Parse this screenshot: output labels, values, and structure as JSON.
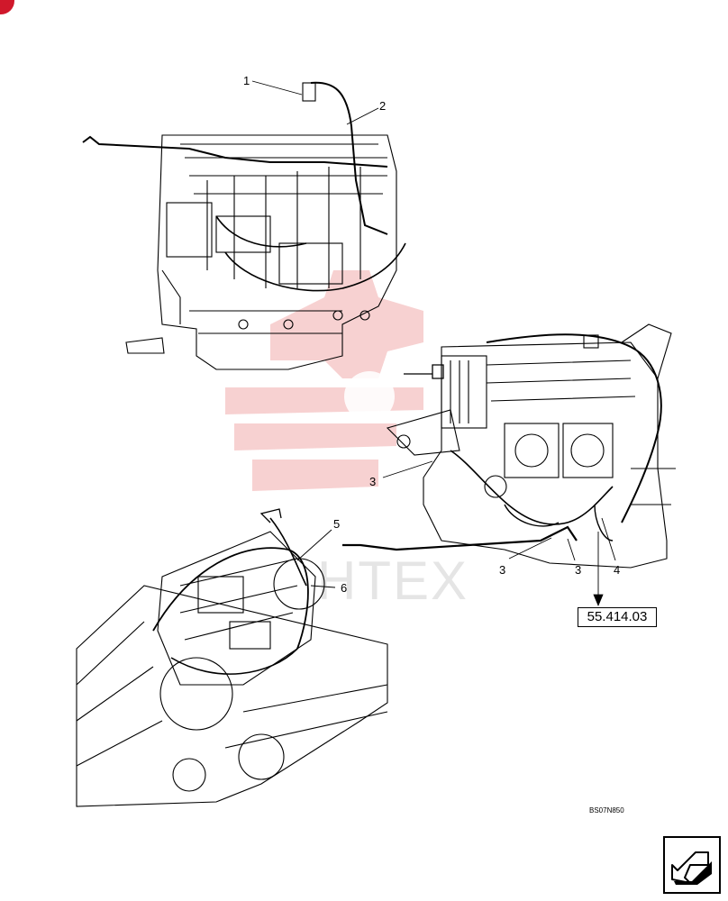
{
  "callouts": {
    "c1": "1",
    "c2": "2",
    "c3a": "3",
    "c3b": "3",
    "c3c": "3",
    "c4": "4",
    "c5": "5",
    "c6": "6"
  },
  "reference": "55.414.03",
  "figure_code": "BS07N850",
  "watermark_text": "HTEX",
  "colors": {
    "watermark": "#f3c2c2",
    "ink": "#000000",
    "brand": "#d0182b"
  },
  "icons": {
    "next_page": "next-page-arrow-icon"
  }
}
